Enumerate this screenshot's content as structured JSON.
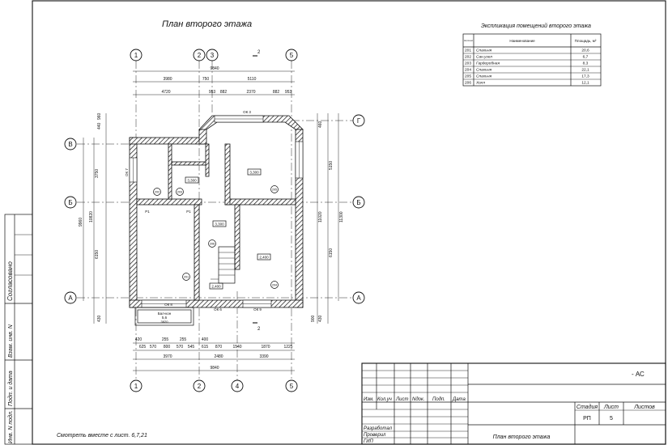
{
  "drawing": {
    "title": "План второго этажа",
    "note": "Смотреть вместе с лист. 6,7,21",
    "approval_label": "Согласовано",
    "side_fields": [
      "Взам. инв. N",
      "Подп. и дата",
      "Инв. N подл."
    ]
  },
  "axes": {
    "vertical": [
      "1",
      "2",
      "3",
      "4",
      "5"
    ],
    "horizontal": [
      "А",
      "Б",
      "В",
      "Г"
    ]
  },
  "dimensions": {
    "top_overall": "9840",
    "top_row1": [
      "3980",
      "750",
      "5110"
    ],
    "top_row2": [
      "4720",
      "953",
      "882",
      "2370",
      "882",
      "953"
    ],
    "bottom_row1": [
      "420",
      "255",
      "255",
      "400"
    ],
    "bottom_row2": [
      "625",
      "570",
      "800",
      "570",
      "545",
      "615",
      "870",
      "1540",
      "1870",
      "1225"
    ],
    "bottom_row3": [
      "3970",
      "2480",
      "3390"
    ],
    "bottom_overall": "9840",
    "left": [
      "440",
      "960",
      "3750",
      "9960",
      "10820",
      "6150",
      "430"
    ],
    "right": [
      "460",
      "5150",
      "11020",
      "11300",
      "6150",
      "430",
      "900"
    ]
  },
  "plan_labels": {
    "rooms": [
      "201",
      "202",
      "203",
      "204",
      "205",
      "206"
    ],
    "elevations": [
      "3,300",
      "3,300",
      "3,300",
      "2,400",
      "2,400"
    ],
    "openings": [
      "ОК 3",
      "ОК 7",
      "ОК 8",
      "ОК 6",
      "ОК 9",
      "Р1",
      "Р1"
    ],
    "balcony": [
      "Бал-кон",
      "5,6",
      "3820"
    ],
    "section": "2"
  },
  "explication": {
    "title": "Экспликация помещений второго этажа",
    "headers": [
      "Номер поме-щения",
      "Наименование",
      "Площадь, м²"
    ],
    "rows": [
      {
        "num": "201",
        "name": "Спальня",
        "area": "20,6"
      },
      {
        "num": "202",
        "name": "Сан.узел",
        "area": "6,7"
      },
      {
        "num": "203",
        "name": "Гардеробная",
        "area": "8,3"
      },
      {
        "num": "204",
        "name": "Спальня",
        "area": "22,1"
      },
      {
        "num": "205",
        "name": "Спальня",
        "area": "17,3"
      },
      {
        "num": "206",
        "name": "Холл",
        "area": "12,1"
      }
    ]
  },
  "title_block": {
    "code": "- АС",
    "columns": [
      "Изм.",
      "Кол.уч",
      "Лист",
      "Nдок.",
      "Подп.",
      "Дата"
    ],
    "stage_headers": [
      "Стадия",
      "Лист",
      "Листов"
    ],
    "stage": "РП",
    "sheet": "5",
    "sheets_total": "",
    "roles": [
      "Разработал",
      "Проверил",
      "ГИП"
    ],
    "sheet_title": "План второго этажа"
  }
}
